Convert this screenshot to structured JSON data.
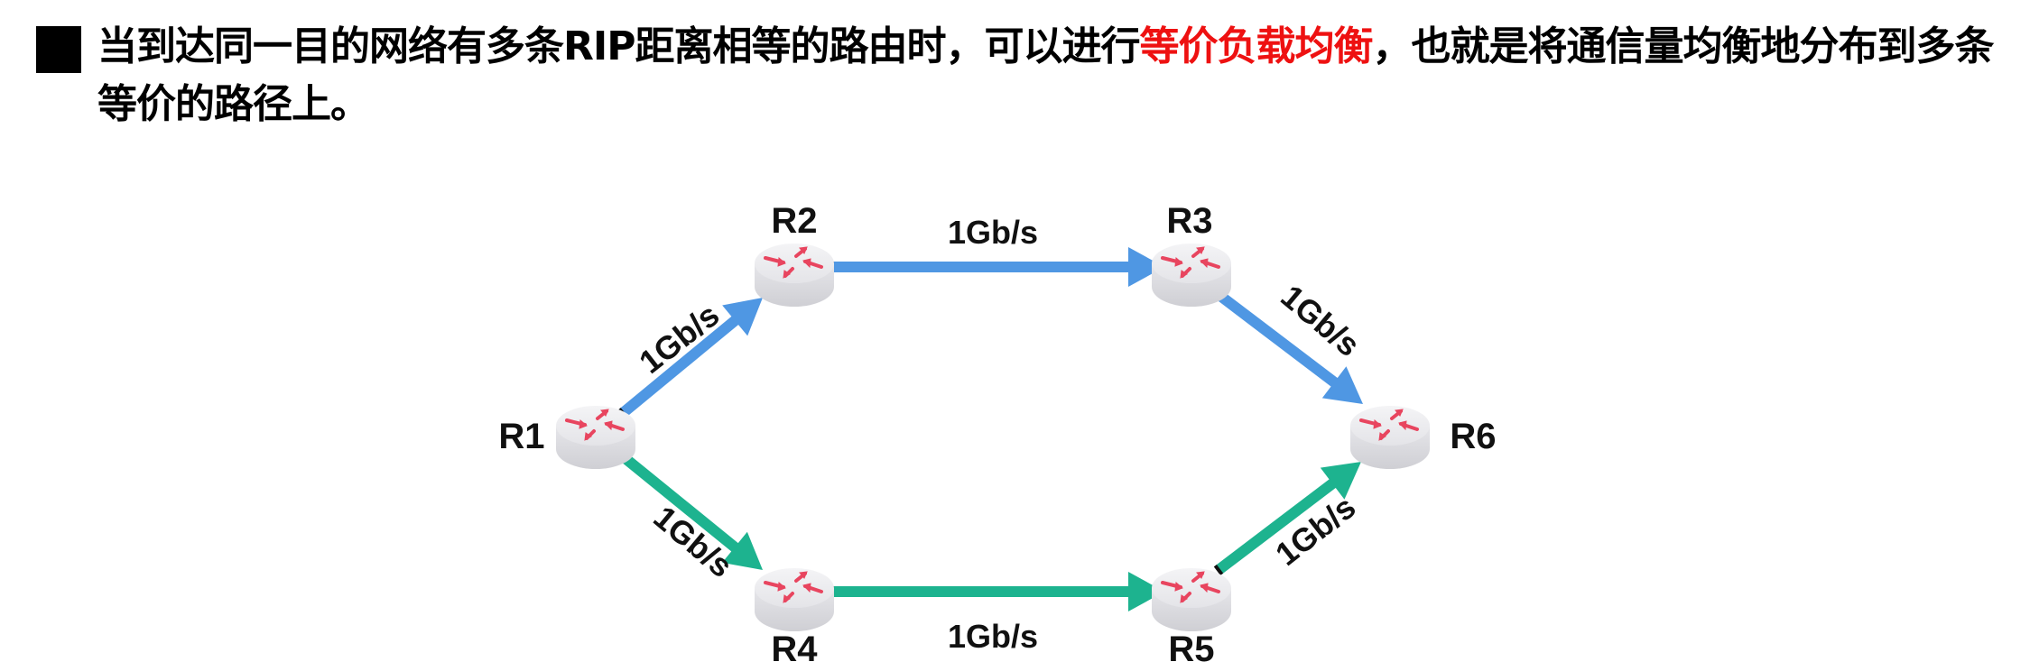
{
  "header": {
    "bullet_icon": "square-bullet-icon",
    "text_before": "当到达同一目的网络有多条RIP距离相等的路由时，可以进行",
    "highlight": "等价负载均衡",
    "text_after": "，也就是将通信量均衡地分布到多条等价的路径上。",
    "highlight_color": "#ee1111"
  },
  "diagram": {
    "colors": {
      "upper_path": "#4f97e3",
      "lower_path": "#1db38f",
      "router_arrows": "#e8455f"
    },
    "nodes": [
      {
        "id": "R1",
        "label": "R1",
        "icon": "router-icon"
      },
      {
        "id": "R2",
        "label": "R2",
        "icon": "router-icon"
      },
      {
        "id": "R3",
        "label": "R3",
        "icon": "router-icon"
      },
      {
        "id": "R4",
        "label": "R4",
        "icon": "router-icon"
      },
      {
        "id": "R5",
        "label": "R5",
        "icon": "router-icon"
      },
      {
        "id": "R6",
        "label": "R6",
        "icon": "router-icon"
      }
    ],
    "edges": [
      {
        "from": "R1",
        "to": "R2",
        "label": "1Gb/s",
        "path": "upper"
      },
      {
        "from": "R2",
        "to": "R3",
        "label": "1Gb/s",
        "path": "upper"
      },
      {
        "from": "R3",
        "to": "R6",
        "label": "1Gb/s",
        "path": "upper"
      },
      {
        "from": "R1",
        "to": "R4",
        "label": "1Gb/s",
        "path": "lower"
      },
      {
        "from": "R4",
        "to": "R5",
        "label": "1Gb/s",
        "path": "lower"
      },
      {
        "from": "R5",
        "to": "R6",
        "label": "1Gb/s",
        "path": "lower"
      }
    ]
  }
}
